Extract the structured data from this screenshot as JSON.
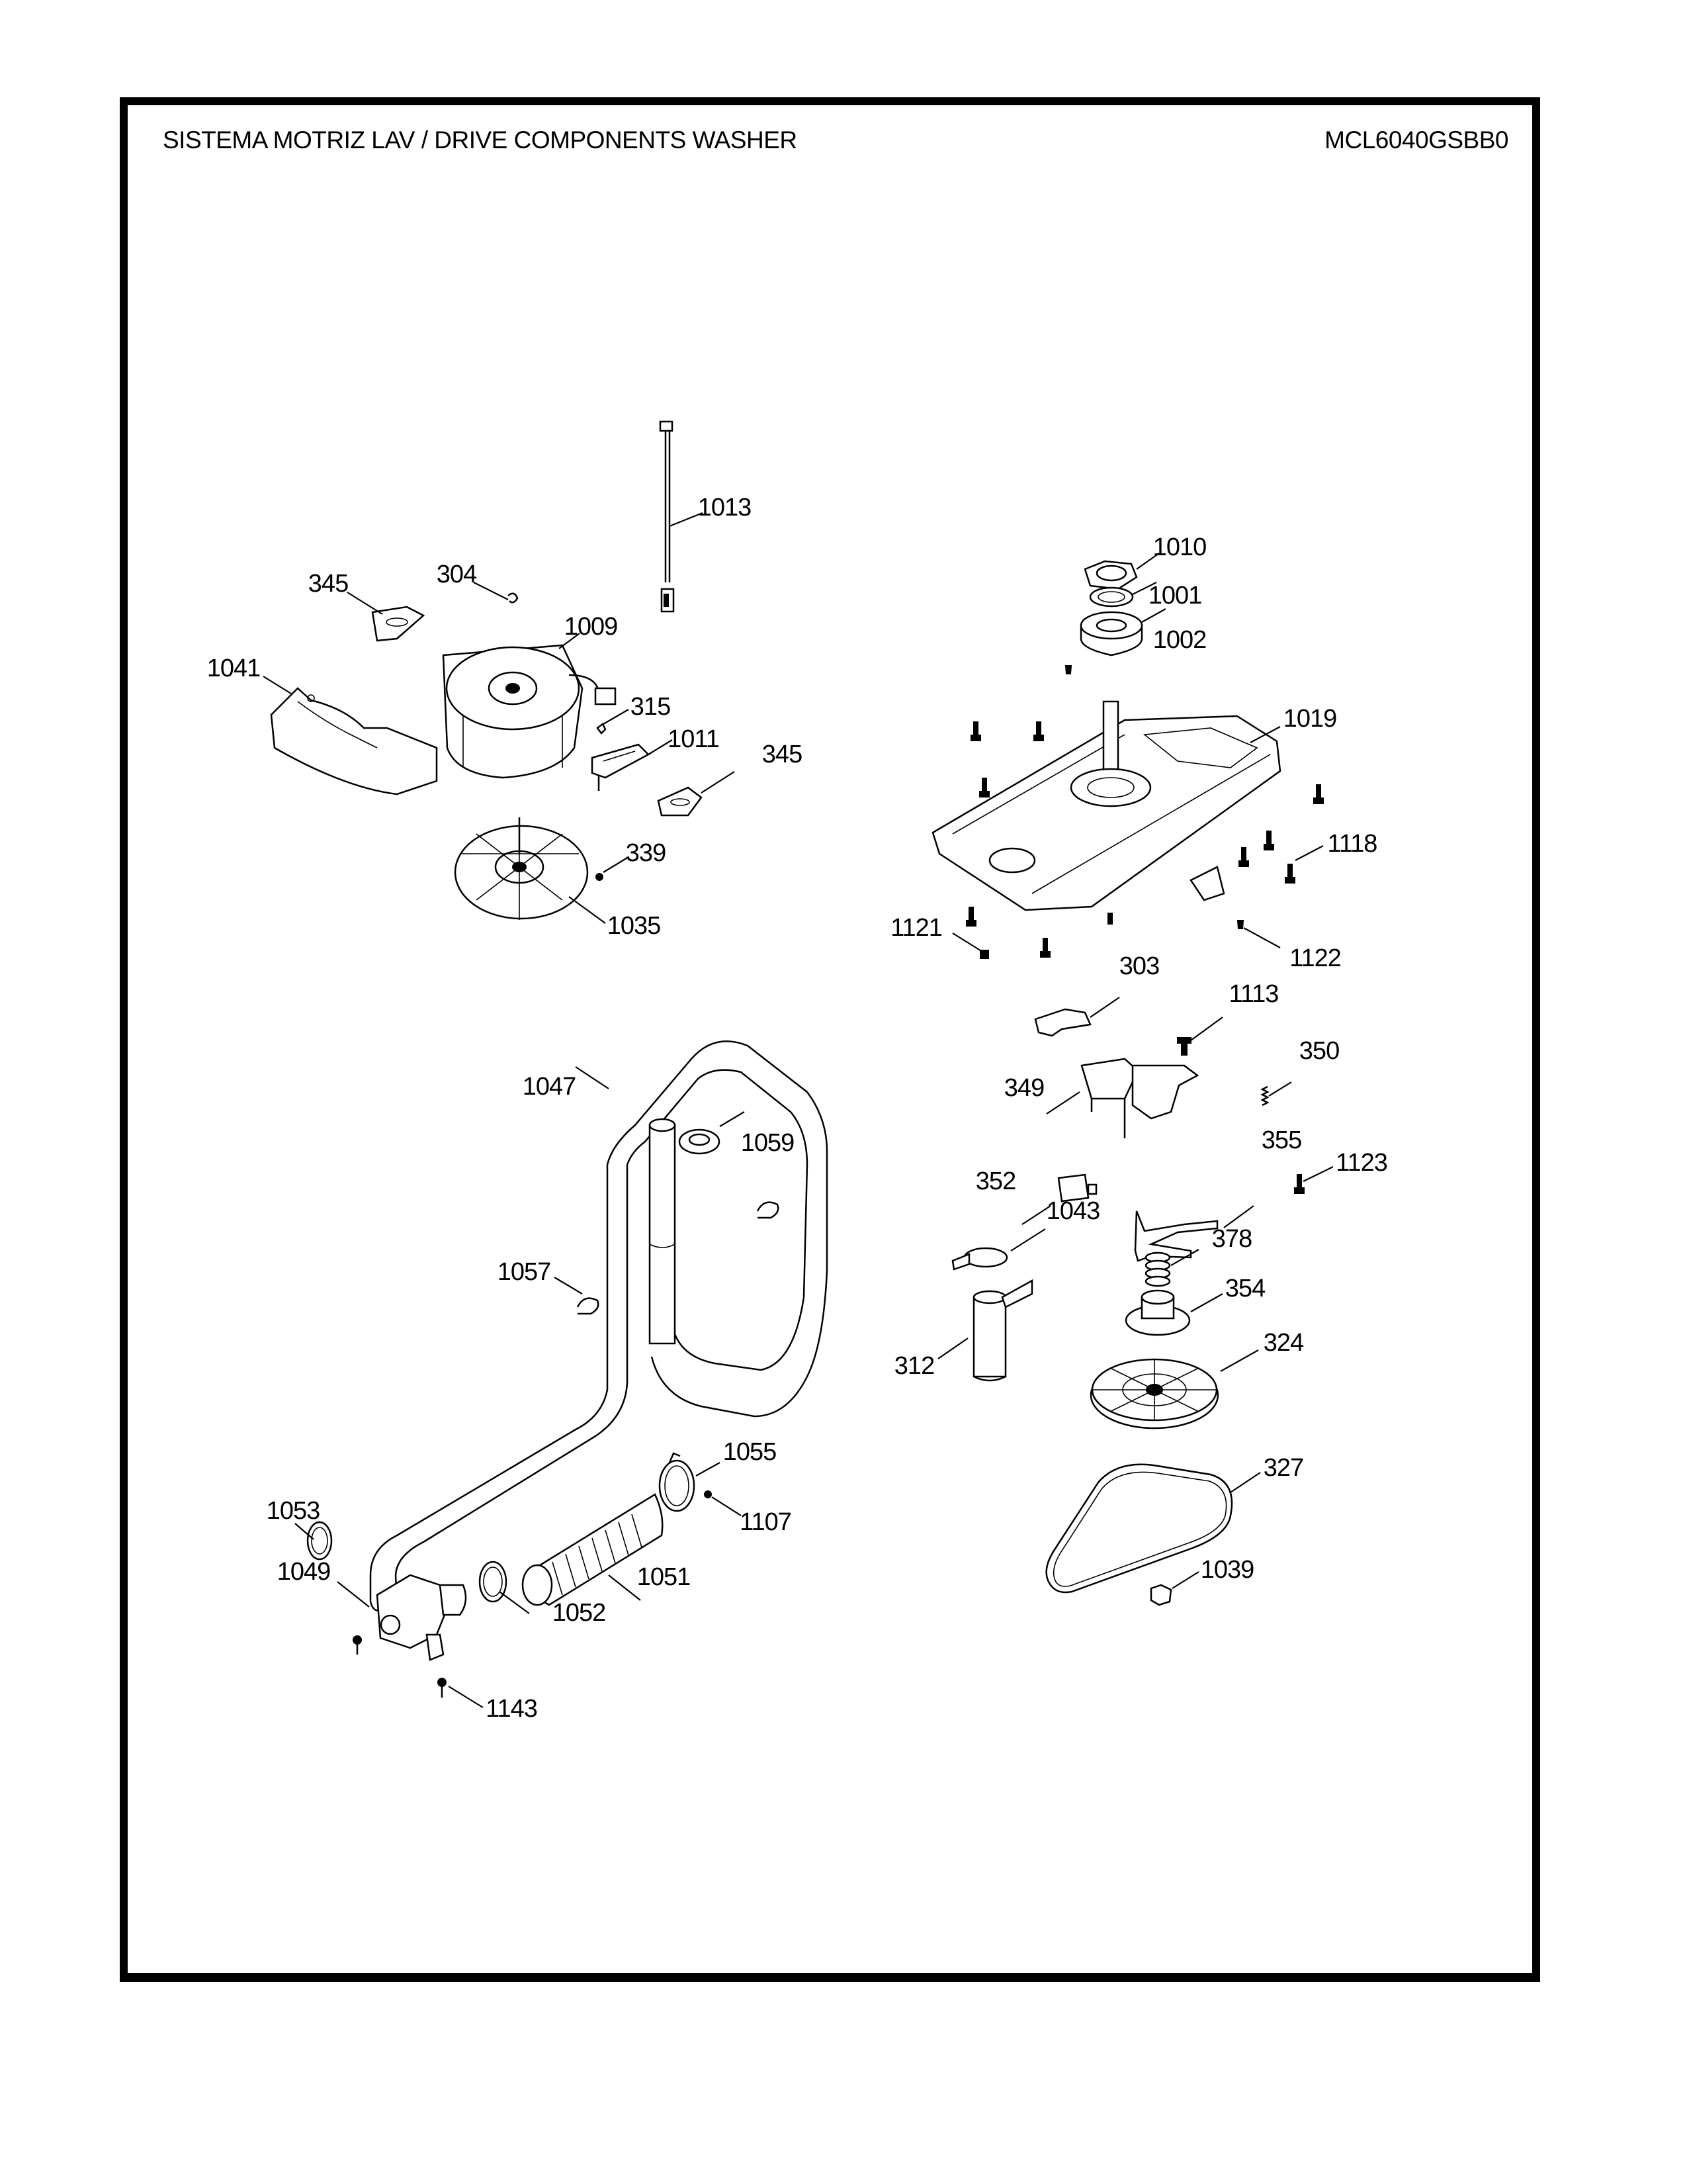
{
  "header": {
    "title": "SISTEMA MOTRIZ LAV / DRIVE COMPONENTS WASHER",
    "model": "MCL6040GSBB0"
  },
  "parts": {
    "p1013": "1013",
    "p345a": "345",
    "p304": "304",
    "p1009": "1009",
    "p1041": "1041",
    "p315": "315",
    "p1011": "1011",
    "p345b": "345",
    "p339": "339",
    "p1035": "1035",
    "p1010": "1010",
    "p1001": "1001",
    "p1002": "1002",
    "p1019": "1019",
    "p1118": "1118",
    "p1121": "1121",
    "p1122": "1122",
    "p303": "303",
    "p1113": "1113",
    "p350": "350",
    "p349": "349",
    "p352": "352",
    "p355": "355",
    "p1123": "1123",
    "p1043": "1043",
    "p378": "378",
    "p354": "354",
    "p312": "312",
    "p324": "324",
    "p327": "327",
    "p1039": "1039",
    "p1047": "1047",
    "p1059": "1059",
    "p1057": "1057",
    "p1055": "1055",
    "p1107": "1107",
    "p1053": "1053",
    "p1051": "1051",
    "p1049": "1049",
    "p1052": "1052",
    "p1143": "1143"
  }
}
